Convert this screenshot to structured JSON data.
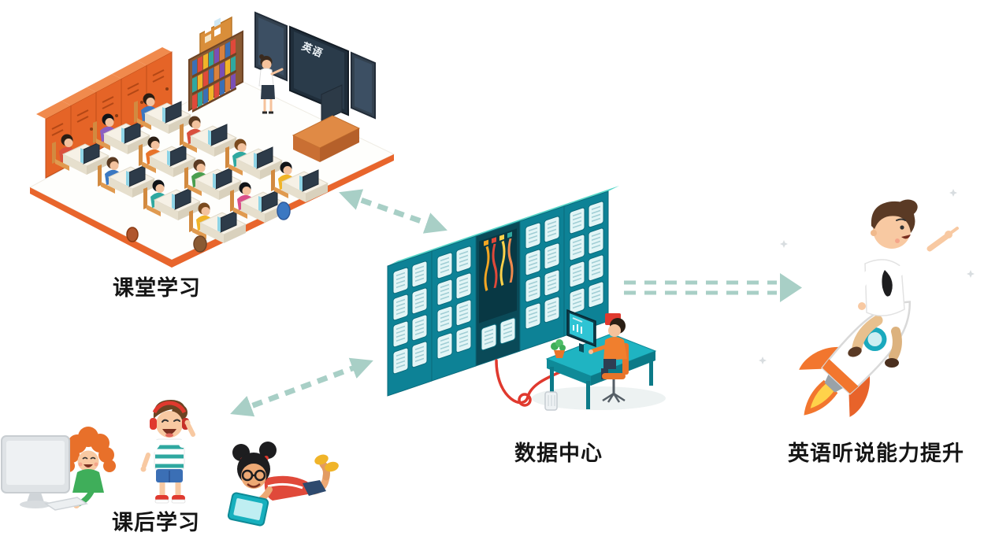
{
  "page": {
    "background": "#ffffff"
  },
  "nodes": {
    "classroom": {
      "label": "课堂学习",
      "blackboard_text": "英语"
    },
    "after_class": {
      "label": "课后学习"
    },
    "data_center": {
      "label": "数据中心"
    },
    "outcome": {
      "label": "英语听说能力提升"
    }
  },
  "connections": [
    {
      "from": "classroom",
      "to": "data_center",
      "style": "dashed",
      "bidirectional": true
    },
    {
      "from": "after_class",
      "to": "data_center",
      "style": "dashed",
      "bidirectional": true
    },
    {
      "from": "data_center",
      "to": "outcome",
      "style": "double-dashed",
      "bidirectional": false
    }
  ],
  "colors": {
    "arrow": "#a8cfc6",
    "server_teal": "#0d8296",
    "server_top": "#55d6c8",
    "server_side_navy": "#123a5a",
    "locker_orange": "#e56427",
    "cable_red": "#e0392e",
    "rocket_accent": "#f2762e",
    "label_text": "#151515",
    "background": "#ffffff"
  }
}
